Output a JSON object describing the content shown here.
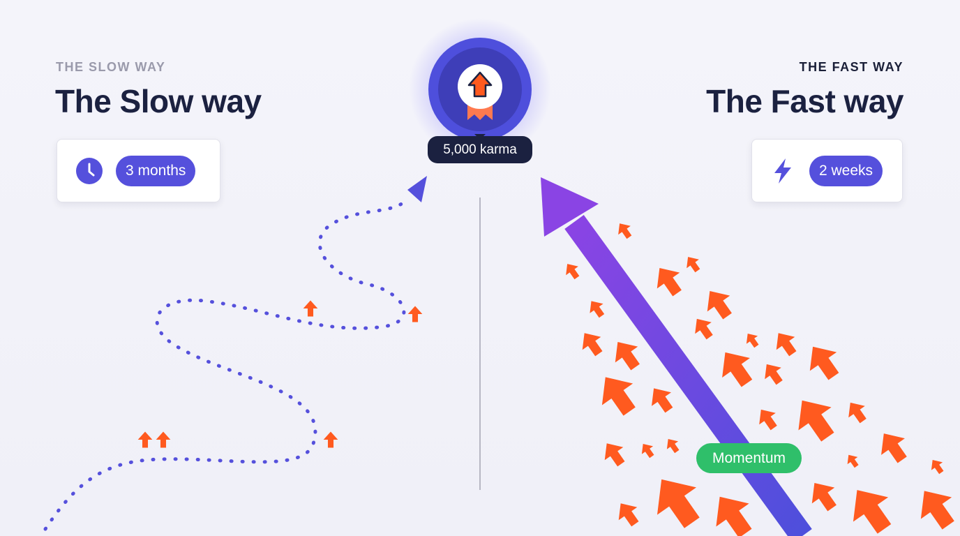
{
  "slow": {
    "eyebrow": "THE SLOW WAY",
    "title": "The Slow way",
    "duration": "3 months",
    "icon": "clock-icon"
  },
  "fast": {
    "eyebrow": "THE FAST WAY",
    "title": "The Fast way",
    "duration": "2 weeks",
    "icon": "lightning-icon"
  },
  "goal": {
    "label": "5,000 karma",
    "icon": "upvote-medal-icon"
  },
  "momentum_label": "Momentum",
  "colors": {
    "primary": "#5550dc",
    "dark": "#1b2140",
    "orange": "#ff5a1f",
    "green": "#2fbf6a",
    "purple": "#8a44e4"
  }
}
